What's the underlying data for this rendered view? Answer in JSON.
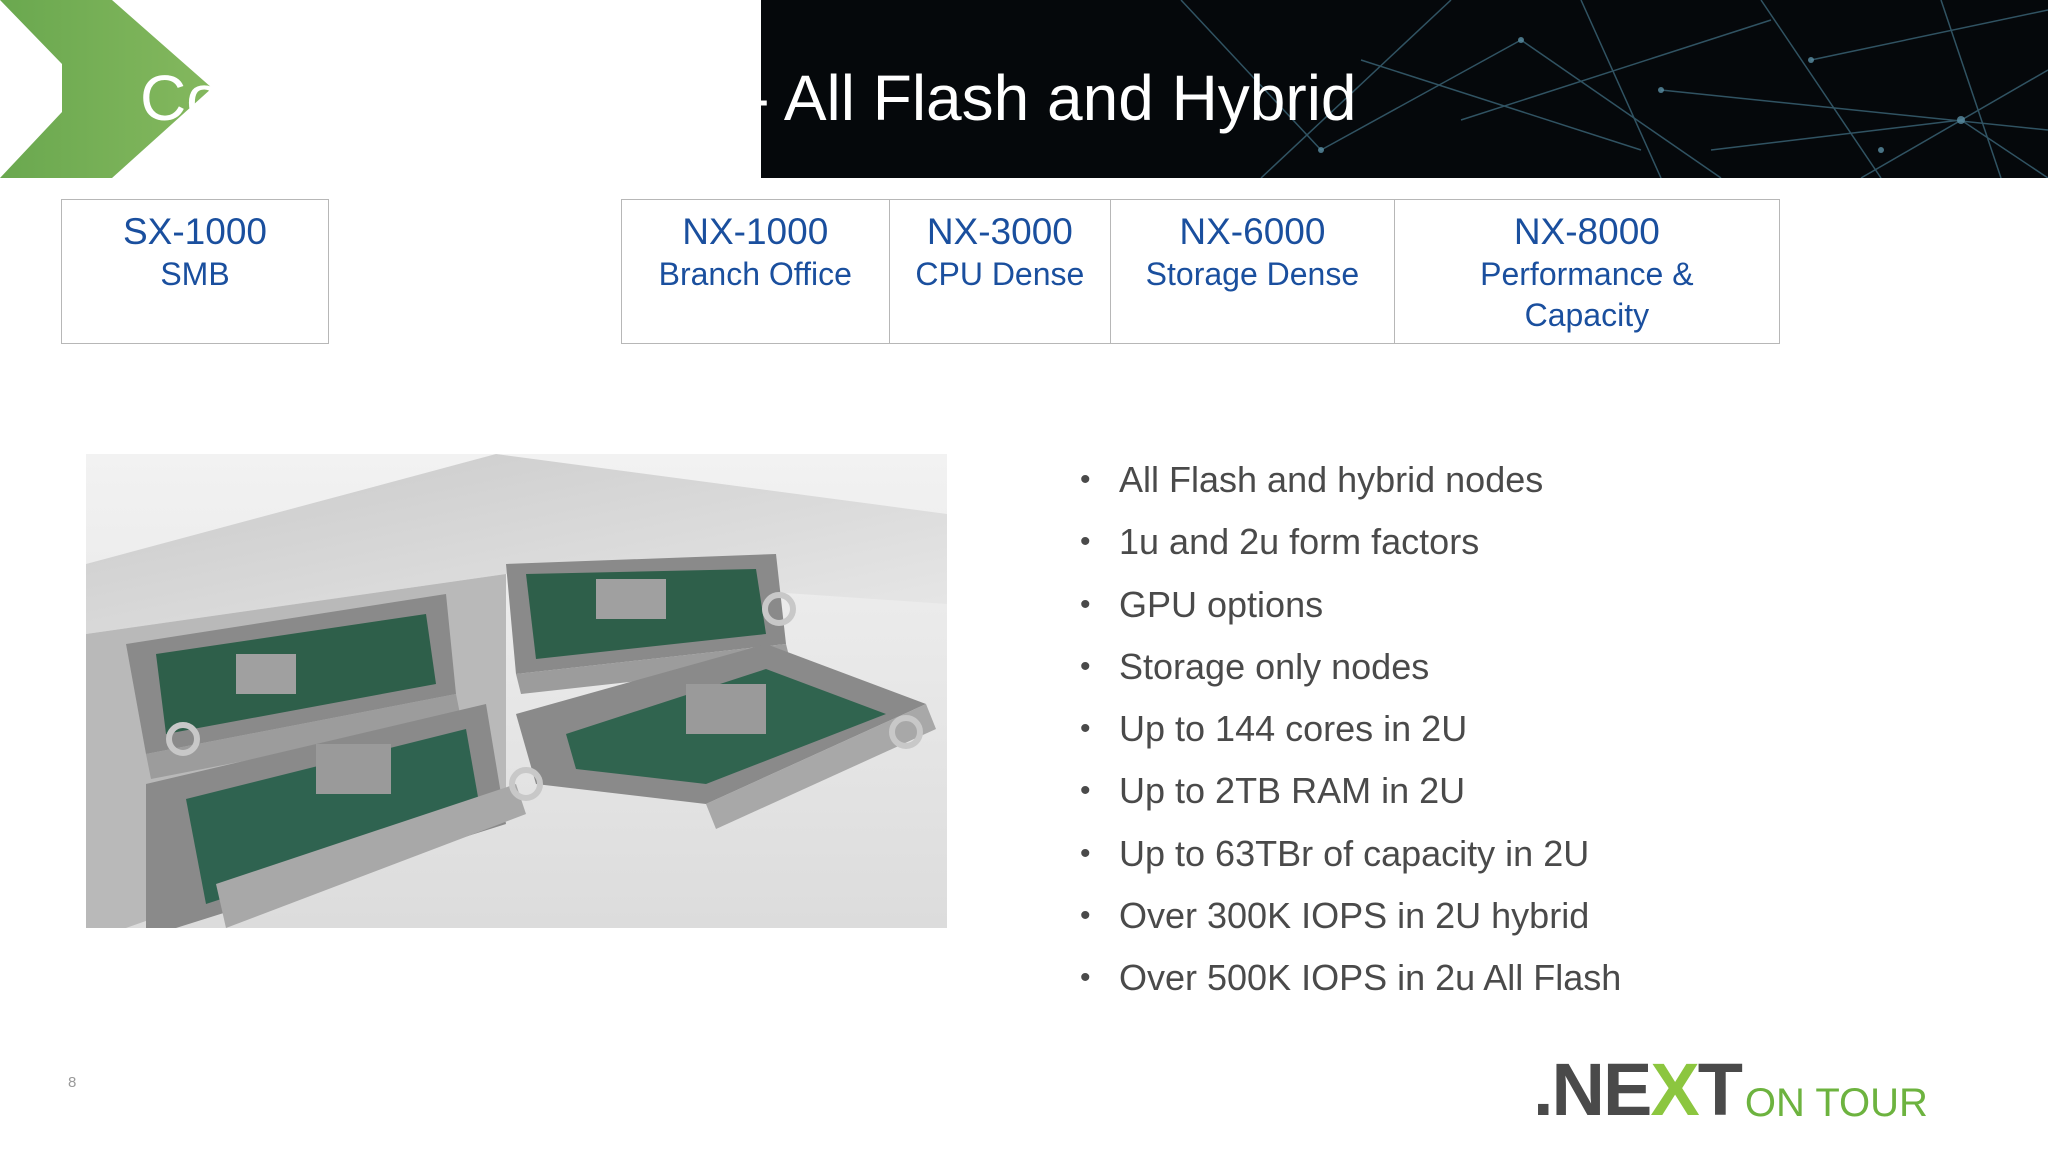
{
  "slide": {
    "title": "Converged Platform -- All Flash and Hybrid",
    "page_number": "8"
  },
  "colors": {
    "accent_green": "#6db33f",
    "model_blue": "#1a4f9e",
    "header_dark": "#05080b",
    "body_text": "#4a4a4a"
  },
  "models": {
    "left": [
      {
        "name": "SX-1000",
        "desc": "SMB"
      }
    ],
    "right": [
      {
        "name": "NX-1000",
        "desc": "Branch Office"
      },
      {
        "name": "NX-3000",
        "desc": "CPU Dense"
      },
      {
        "name": "NX-6000",
        "desc": "Storage Dense"
      },
      {
        "name": "NX-8000",
        "desc": "Performance & Capacity"
      }
    ]
  },
  "features": {
    "bullet": "•",
    "items": [
      "All Flash and hybrid nodes",
      "1u and 2u form factors",
      "GPU options",
      "Storage only nodes",
      "Up to 144 cores in 2U",
      "Up to 2TB RAM in 2U",
      "Up to 63TBr of capacity in 2U",
      "Over 300K IOPS in 2U hybrid",
      "Over 500K IOPS in 2u All Flash"
    ]
  },
  "logo": {
    "dot_ne": ".NE",
    "x": "X",
    "t": "T",
    "tagline": "ON TOUR"
  },
  "icons": {
    "chevron": "chevron-right-icon",
    "photo": "server-chassis-photo"
  }
}
